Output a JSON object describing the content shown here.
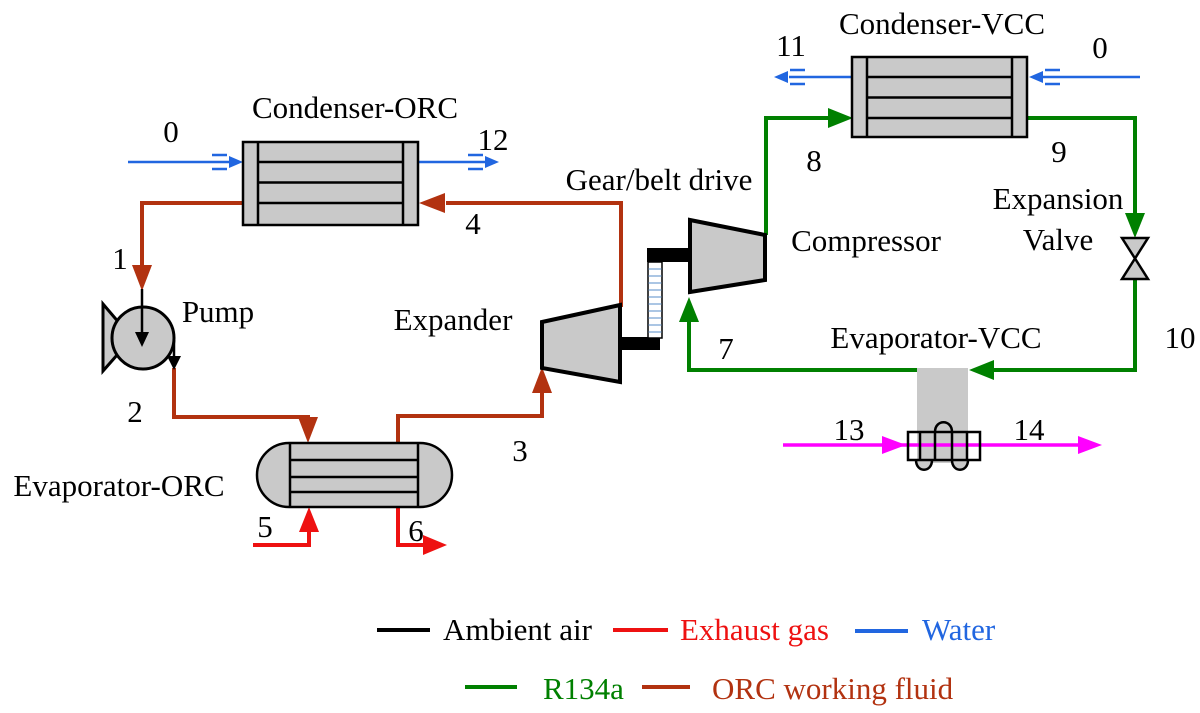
{
  "colors": {
    "ambient_air": "#000000",
    "exhaust_gas": "#EE1111",
    "water": "#2166E0",
    "r134a": "#008000",
    "orc_working_fluid": "#B23210",
    "air_duct_stream": "#FF00FF",
    "equipment_fill": "#C9C9C9"
  },
  "components": {
    "condenser_orc": "Condenser-ORC",
    "condenser_vcc": "Condenser-VCC",
    "evaporator_orc": "Evaporator-ORC",
    "evaporator_vcc": "Evaporator-VCC",
    "pump": "Pump",
    "expander": "Expander",
    "compressor": "Compressor",
    "gear_belt_drive": "Gear/belt drive",
    "expansion_valve_line1": "Expansion",
    "expansion_valve_line2": "Valve"
  },
  "points": {
    "water_orc_in": "0",
    "water_orc_out": "12",
    "orc_pump_in": "1",
    "orc_pump_out": "2",
    "orc_expander_in": "3",
    "orc_condenser_in": "4",
    "exhaust_in": "5",
    "exhaust_out": "6",
    "vcc_compressor_in": "7",
    "vcc_condenser_in": "8",
    "vcc_condenser_out": "9",
    "vcc_evaporator_in": "10",
    "water_vcc_out": "11",
    "water_vcc_in": "0",
    "air_in": "13",
    "air_out": "14"
  },
  "legend": {
    "row1": [
      {
        "label": "Ambient air",
        "color": "#000000"
      },
      {
        "label": "Exhaust gas",
        "color": "#EE1111"
      },
      {
        "label": "Water",
        "color": "#2166E0"
      }
    ],
    "row2": [
      {
        "label": "R134a",
        "color": "#008000"
      },
      {
        "label": "ORC working fluid",
        "color": "#B23210"
      }
    ]
  }
}
